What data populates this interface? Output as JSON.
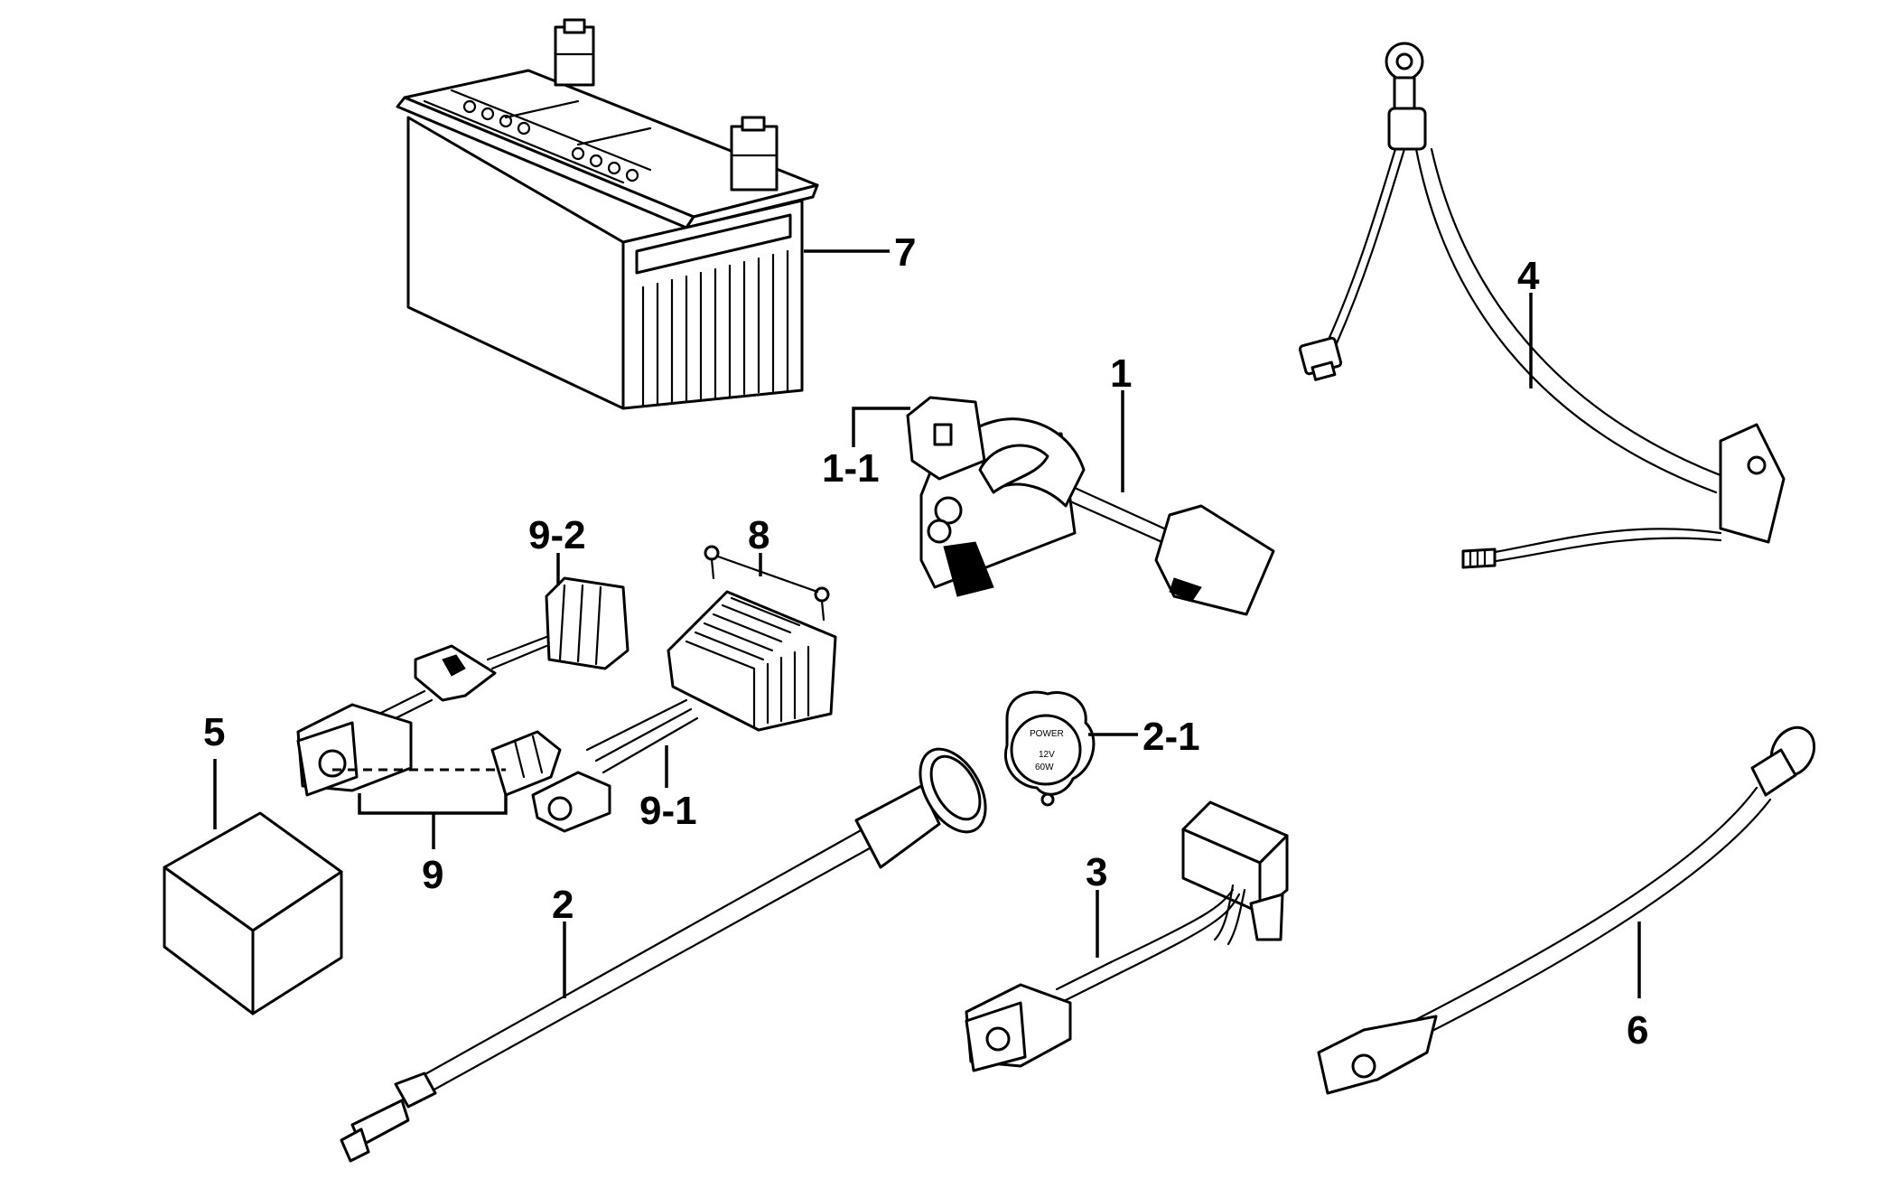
{
  "callouts": {
    "c1": "1",
    "c1_1": "1-1",
    "c2": "2",
    "c2_1": "2-1",
    "c3": "3",
    "c4": "4",
    "c5": "5",
    "c6": "6",
    "c7": "7",
    "c8": "8",
    "c9": "9",
    "c9_1": "9-1",
    "c9_2": "9-2"
  },
  "socket_cap": {
    "word": "POWER",
    "voltage": "12V",
    "wattage": "60W"
  }
}
